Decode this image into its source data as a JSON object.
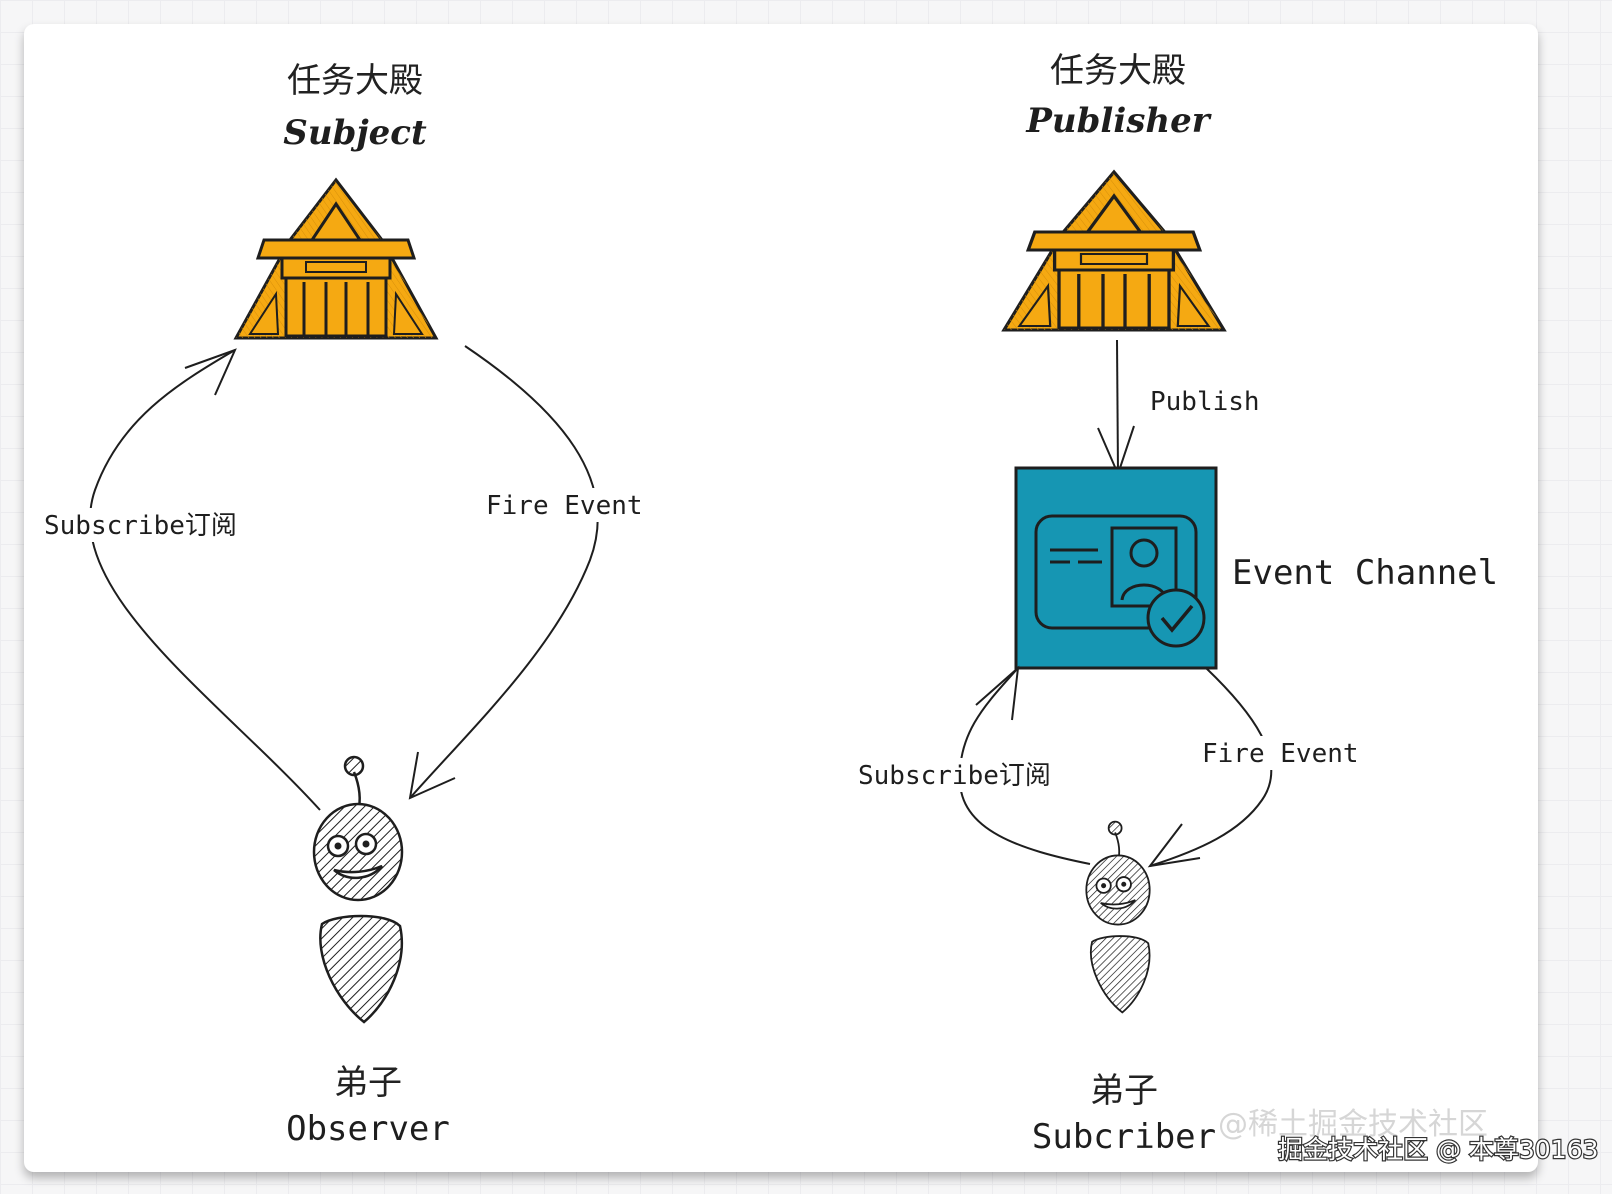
{
  "left": {
    "title_zh": "任务大殿",
    "title_en": "Subject",
    "subscribe_label": "Subscribe订阅",
    "fire_label": "Fire Event",
    "disciple_zh": "弟子",
    "disciple_en": "Observer"
  },
  "right": {
    "title_zh": "任务大殿",
    "title_en": "Publisher",
    "publish_label": "Publish",
    "channel_label": "Event Channel",
    "subscribe_label": "Subscribe订阅",
    "fire_label": "Fire Event",
    "disciple_zh": "弟子",
    "disciple_en": "Subcriber"
  },
  "watermark": {
    "light": "@稀土掘金技术社区",
    "dark": "掘金技术社区 @ 本尊30163"
  },
  "colors": {
    "temple_fill": "#f5a912",
    "channel_fill": "#1696b3",
    "ink": "#1e1e1e"
  },
  "icons": [
    "temple-icon",
    "id-card-check-icon",
    "ant-figure-icon"
  ]
}
